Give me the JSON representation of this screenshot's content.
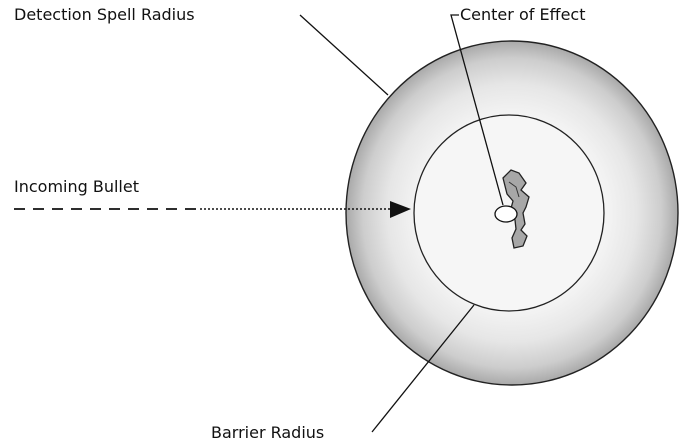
{
  "labels": {
    "detection_spell_radius": "Detection Spell Radius",
    "center_of_effect": "Center of Effect",
    "incoming_bullet": "Incoming Bullet",
    "barrier_radius": "Barrier Radius"
  },
  "colors": {
    "ink": "#111111",
    "outer_ring_edge": "#9a9a9a",
    "outer_ring_mid": "#cfcfcf",
    "inner_fill": "#f4f4f4",
    "figure_fill": "#a8a8a8"
  }
}
